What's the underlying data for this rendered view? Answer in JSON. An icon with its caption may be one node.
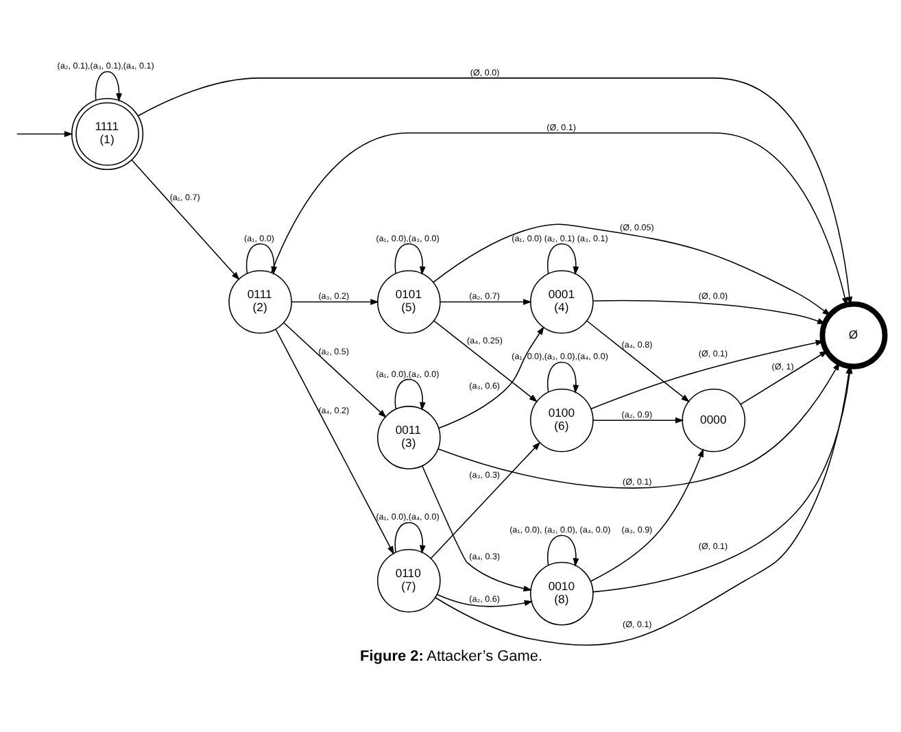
{
  "diagram": {
    "caption": "**Figure 2:** Attacker’s Game.",
    "nodes": [
      {
        "text": [
          "0011",
          "(3)"
        ]
      },
      {
        "text": [
          "1111",
          "(1)"
        ]
      },
      {
        "text": [
          "0111",
          "(2)"
        ]
      },
      {
        "text": [
          "0001",
          "(4)"
        ]
      },
      {
        "text": [
          "0101",
          "(5)"
        ]
      },
      {
        "text": [
          "Ø"
        ]
      },
      {
        "text": [
          "0110",
          "(7)"
        ]
      },
      {
        "text": [
          "0100",
          "(6)"
        ]
      },
      {
        "text": [
          "0000"
        ]
      },
      {
        "text": [
          "0010",
          "(8)"
        ]
      }
    ],
    "edges": [
      {
        "from": null,
        "to": 1,
        "arrow": "to"
      },
      {
        "from": 1,
        "to": 2,
        "arrow": "to",
        "label": "(a₁, 0.7)"
      },
      {
        "from": 1,
        "to": 1,
        "arrow": "to",
        "label": "(a₂, 0.1),(a₃, 0.1),(a₄, 0.1)"
      },
      {
        "from": 1,
        "to": 5,
        "arrow": "to",
        "label": "(Ø, 0.0)"
      },
      {
        "from": 0,
        "to": 0,
        "arrow": "to",
        "label": "(a₁, 0.0),(a₂, 0.0)"
      },
      {
        "from": 0,
        "to": 5,
        "arrow": "to",
        "label": "(Ø, 0.1)"
      },
      {
        "from": 0,
        "to": 3,
        "arrow": "to",
        "label": "(a₃, 0.6)"
      },
      {
        "from": 0,
        "to": 9,
        "arrow": "to",
        "label": "(a₄, 0.3)"
      },
      {
        "from": 2,
        "to": 0,
        "arrow": "to",
        "label": "(a₂, 0.5)"
      },
      {
        "from": 2,
        "to": 2,
        "arrow": "to",
        "label": "(a₁, 0.0)"
      },
      {
        "from": 2,
        "to": 5,
        "arrow": "to",
        "label": "(Ø, 0.1)"
      },
      {
        "from": 2,
        "to": 4,
        "arrow": "to",
        "label": "(a₃, 0.2)"
      },
      {
        "from": 2,
        "to": 6,
        "arrow": "to",
        "label": "(a₄, 0.2)"
      },
      {
        "from": 3,
        "to": 3,
        "arrow": "to",
        "label": "(a₁, 0.0) (a₂, 0.1) (a₃, 0.1)"
      },
      {
        "from": 3,
        "to": 8,
        "arrow": "to",
        "label": "(a₄, 0.8)"
      },
      {
        "from": 3,
        "to": 5,
        "arrow": "to",
        "label": "(Ø, 0.0)"
      },
      {
        "from": 4,
        "to": 3,
        "arrow": "to",
        "label": "(a₂, 0.7)"
      },
      {
        "from": 4,
        "to": 4,
        "arrow": "to",
        "label": "(a₁, 0.0),(a₃, 0.0)"
      },
      {
        "from": 4,
        "to": 5,
        "arrow": "to",
        "label": "(Ø, 0.05)"
      },
      {
        "from": 4,
        "to": 7,
        "arrow": "to",
        "label": "(a₄, 0.25)"
      },
      {
        "from": 6,
        "to": 6,
        "arrow": "to",
        "label": "(a₁, 0.0),(a₄, 0.0)"
      },
      {
        "from": 6,
        "to": 7,
        "arrow": "to",
        "label": "(a₃, 0.3)"
      },
      {
        "from": 6,
        "to": 9,
        "arrow": "to",
        "label": "(a₂, 0.6)"
      },
      {
        "from": 6,
        "to": 5,
        "arrow": "to",
        "label": "(Ø, 0.1)"
      },
      {
        "from": 7,
        "to": 7,
        "arrow": "to",
        "label": "(a₁, 0.0),(a₃, 0.0),(a₄, 0.0)"
      },
      {
        "from": 7,
        "to": 8,
        "arrow": "to",
        "label": "(a₂, 0.9)"
      },
      {
        "from": 7,
        "to": 5,
        "arrow": "to",
        "label": "(Ø, 0.1)"
      },
      {
        "from": 9,
        "to": 8,
        "arrow": "to",
        "label": "(a₃, 0.9)"
      },
      {
        "from": 9,
        "to": 9,
        "arrow": "to",
        "label": "(a₁, 0.0), (a₂, 0.0), (a₄, 0.0)"
      },
      {
        "from": 9,
        "to": 5,
        "arrow": "to",
        "label": "(Ø, 0.1)"
      },
      {
        "from": 8,
        "to": 5,
        "arrow": "to",
        "label": "(Ø, 1)"
      }
    ]
  }
}
